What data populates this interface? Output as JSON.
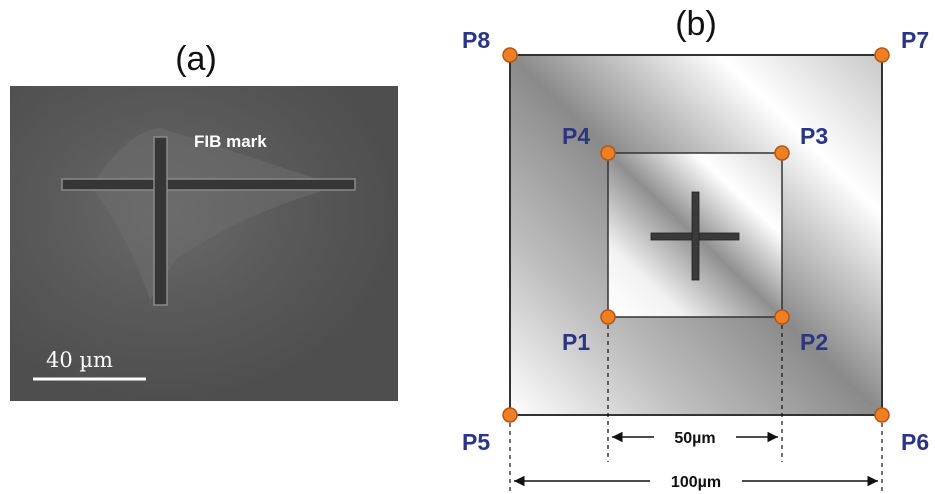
{
  "panel_a": {
    "label": "(a)",
    "annotation": "FIB mark",
    "scalebar_label": "40 µm"
  },
  "panel_b": {
    "label": "(b)",
    "points": {
      "p1": "P1",
      "p2": "P2",
      "p3": "P3",
      "p4": "P4",
      "p5": "P5",
      "p6": "P6",
      "p7": "P7",
      "p8": "P8"
    },
    "inner_dimension": "50µm",
    "outer_dimension": "100µm"
  },
  "colors": {
    "point_fill": "#f07f22",
    "point_stroke": "#b4561a",
    "label_blue": "#2b3585"
  }
}
